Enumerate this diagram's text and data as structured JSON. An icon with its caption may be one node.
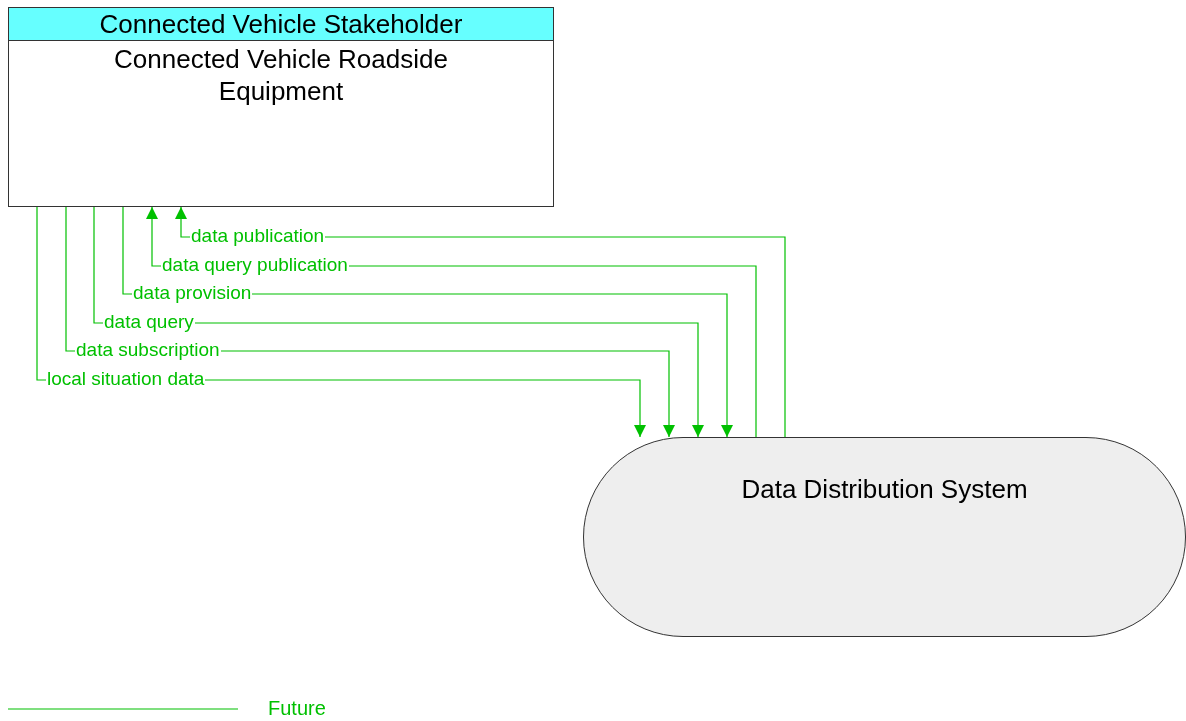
{
  "diagram": {
    "nodes": [
      {
        "text": [
          "Connected Vehicle Stakeholder",
          "Connected Vehicle Roadside Equipment"
        ]
      },
      {
        "text": [
          "Data Distribution System"
        ]
      }
    ],
    "edges": [
      {
        "from": 1,
        "to": 0,
        "arrow": "to",
        "label": "data publication"
      },
      {
        "from": 1,
        "to": 0,
        "arrow": "to",
        "label": "data query publication"
      },
      {
        "from": 0,
        "to": 1,
        "arrow": "to",
        "label": "data provision"
      },
      {
        "from": 0,
        "to": 1,
        "arrow": "to",
        "label": "data query"
      },
      {
        "from": 0,
        "to": 1,
        "arrow": "to",
        "label": "data subscription"
      },
      {
        "from": 0,
        "to": 1,
        "arrow": "to",
        "label": "local situation data"
      }
    ],
    "legend": [
      {
        "text": "Future"
      }
    ]
  }
}
